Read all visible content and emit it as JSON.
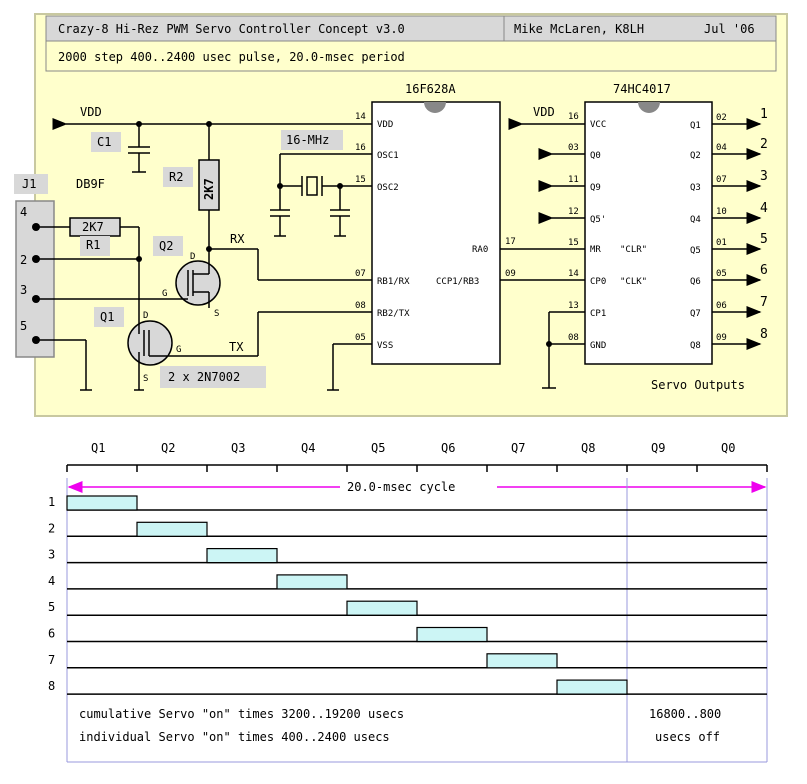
{
  "title": {
    "main": "Crazy-8 Hi-Rez PWM Servo Controller Concept v3.0",
    "author": "Mike McLaren, K8LH",
    "date": "Jul '06",
    "subtitle": "2000 step 400..2400 usec pulse, 20.0-msec period"
  },
  "schematic": {
    "vdd_left": "VDD",
    "vdd_right": "VDD",
    "c1": "C1",
    "r2": "R2",
    "r2_value": "2K7",
    "r1": "R1",
    "r1_value": "2K7",
    "crystal": "16-MHz",
    "connector": "J1",
    "connector_type": "DB9F",
    "j1_pins": [
      "4",
      "2",
      "3",
      "5"
    ],
    "q1": "Q1",
    "q2": "Q2",
    "fet_label": "2 x 2N7002",
    "d": "D",
    "g": "G",
    "s": "S",
    "rx": "RX",
    "tx": "TX",
    "mcu": {
      "name": "16F628A",
      "pins": [
        {
          "num": "14",
          "name": "VDD"
        },
        {
          "num": "16",
          "name": "OSC1"
        },
        {
          "num": "15",
          "name": "OSC2"
        },
        {
          "num": "07",
          "name": "RB1/RX"
        },
        {
          "num": "08",
          "name": "RB2/TX"
        },
        {
          "num": "05",
          "name": "VSS"
        }
      ],
      "right_pins": [
        {
          "num": "17",
          "name": "RA0"
        },
        {
          "num": "09",
          "name": "CCP1/RB3"
        }
      ]
    },
    "counter": {
      "name": "74HC4017",
      "left_pins": [
        {
          "num": "16",
          "name": "VCC"
        },
        {
          "num": "03",
          "name": "Q0"
        },
        {
          "num": "11",
          "name": "Q9"
        },
        {
          "num": "12",
          "name": "Q5'"
        },
        {
          "num": "15",
          "name": "MR",
          "note": "\"CLR\""
        },
        {
          "num": "14",
          "name": "CP0",
          "note": "\"CLK\""
        },
        {
          "num": "13",
          "name": "CP1"
        },
        {
          "num": "08",
          "name": "GND"
        }
      ],
      "right_pins": [
        {
          "num": "02",
          "name": "Q1",
          "out": "1"
        },
        {
          "num": "04",
          "name": "Q2",
          "out": "2"
        },
        {
          "num": "07",
          "name": "Q3",
          "out": "3"
        },
        {
          "num": "10",
          "name": "Q4",
          "out": "4"
        },
        {
          "num": "01",
          "name": "Q5",
          "out": "5"
        },
        {
          "num": "05",
          "name": "Q6",
          "out": "6"
        },
        {
          "num": "06",
          "name": "Q7",
          "out": "7"
        },
        {
          "num": "09",
          "name": "Q8",
          "out": "8"
        }
      ]
    },
    "servo_outputs": "Servo Outputs"
  },
  "timing": {
    "slots": [
      "Q1",
      "Q2",
      "Q3",
      "Q4",
      "Q5",
      "Q6",
      "Q7",
      "Q8",
      "Q9",
      "Q0"
    ],
    "rows": [
      "1",
      "2",
      "3",
      "4",
      "5",
      "6",
      "7",
      "8"
    ],
    "cycle_label": "20.0-msec cycle",
    "note_cumulative": "cumulative Servo \"on\" times 3200..19200 usecs",
    "note_individual": "individual Servo \"on\" times 400..2400 usecs",
    "note_off_value": "16800..800",
    "note_off_unit": "usecs off",
    "pulse_color": "#ccf5f5",
    "cycle_color": "#ee00ee",
    "panel_color": "#ffffcc"
  }
}
